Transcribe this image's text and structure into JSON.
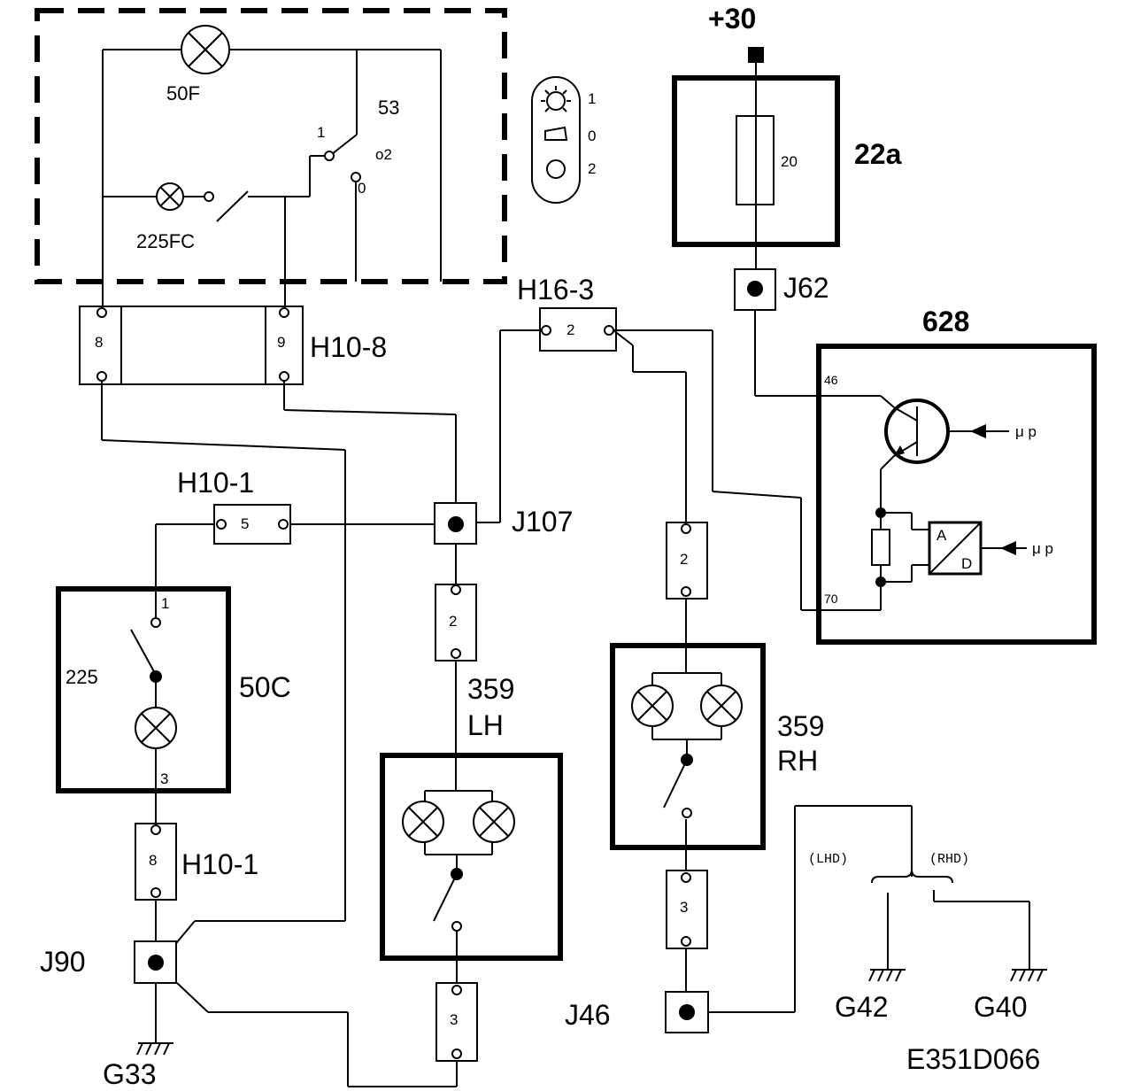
{
  "labels": {
    "lamp_50f": "50F",
    "switch_53": "53",
    "pos_1": "1",
    "pos_o2": "o2",
    "pos_0": "0",
    "lamp_225fc": "225FC",
    "icon_1": "1",
    "icon_0": "0",
    "icon_2": "2",
    "plus30": "+30",
    "fuse_20": "20",
    "fuse_22a": "22a",
    "j62": "J62",
    "h16_3": "H16-3",
    "h16_pin2": "2",
    "h10_8": "H10-8",
    "h10_8_pin8": "8",
    "h10_8_pin9": "9",
    "ecu_628": "628",
    "pin_46": "46",
    "pin_70": "70",
    "mu_p_1": "μ p",
    "mu_p_2": "μ p",
    "adc_a": "A",
    "adc_d": "D",
    "h10_1_top": "H10-1",
    "h10_1_top_pin5": "5",
    "j107": "J107",
    "rh_pin2": "2",
    "lh_pin2": "2",
    "unit_50c": "50C",
    "pin_1": "1",
    "val_225": "225",
    "pin_3": "3",
    "lh_359": "359",
    "lh": "LH",
    "rh_359": "359",
    "rh": "RH",
    "h10_1_bot": "H10-1",
    "h10_1_bot_pin8": "8",
    "lhd": "(LHD)",
    "rhd": "(RHD)",
    "rh_pin3": "3",
    "j90": "J90",
    "lh_pin3": "3",
    "j46": "J46",
    "g42": "G42",
    "g40": "G40",
    "g33": "G33",
    "ref_code": "E351D066"
  }
}
